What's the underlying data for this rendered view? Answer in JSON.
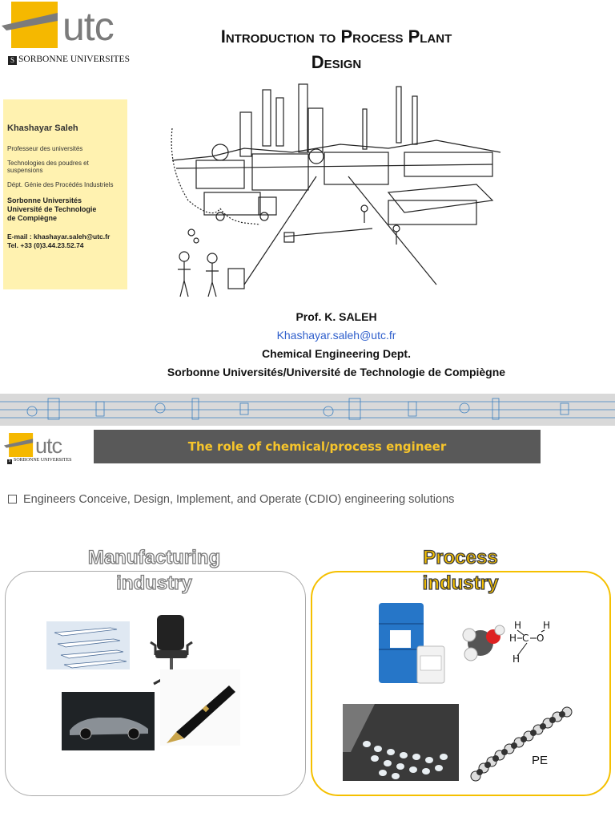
{
  "slide1": {
    "logo": {
      "word": "utc",
      "subtitle": "SORBONNE UNIVERSITES"
    },
    "title_line1": "Introduction to Process Plant",
    "title_line2": "Design",
    "info": {
      "name": "Khashayar Saleh",
      "role": "Professeur des universités",
      "field": "Technologies des poudres et suspensions",
      "dept": "Dépt. Génie des Procédés Industriels",
      "inst1": "Sorbonne Universités",
      "inst2": "Université de Technologie",
      "inst3": "de Compiègne",
      "email_line": "E-mail :  khashayar.saleh@utc.fr",
      "tel_line": "Tel.       +33 (0)3.44.23.52.74"
    },
    "author": "Prof. K. SALEH",
    "email": "Khashayar.saleh@utc.fr",
    "dept": "Chemical Engineering Dept.",
    "university": "Sorbonne Universités/Université de Technologie de Compiègne"
  },
  "slide2": {
    "logo": {
      "word": "utc",
      "subtitle": "SORBONNE UNIVERSITES"
    },
    "banner": "The role of chemical/process engineer",
    "bullet": "Engineers Conceive, Design, Implement, and Operate (CDIO) engineering solutions",
    "manufacturing": {
      "title1": "Manufacturing",
      "title2": "industry"
    },
    "process": {
      "title1": "Process",
      "title2": "industry",
      "pe_label": "PE"
    },
    "colors": {
      "accent": "#f5c000",
      "banner": "#595959",
      "banner_text": "#f7c52b",
      "infobox": "#fff2b0"
    }
  }
}
